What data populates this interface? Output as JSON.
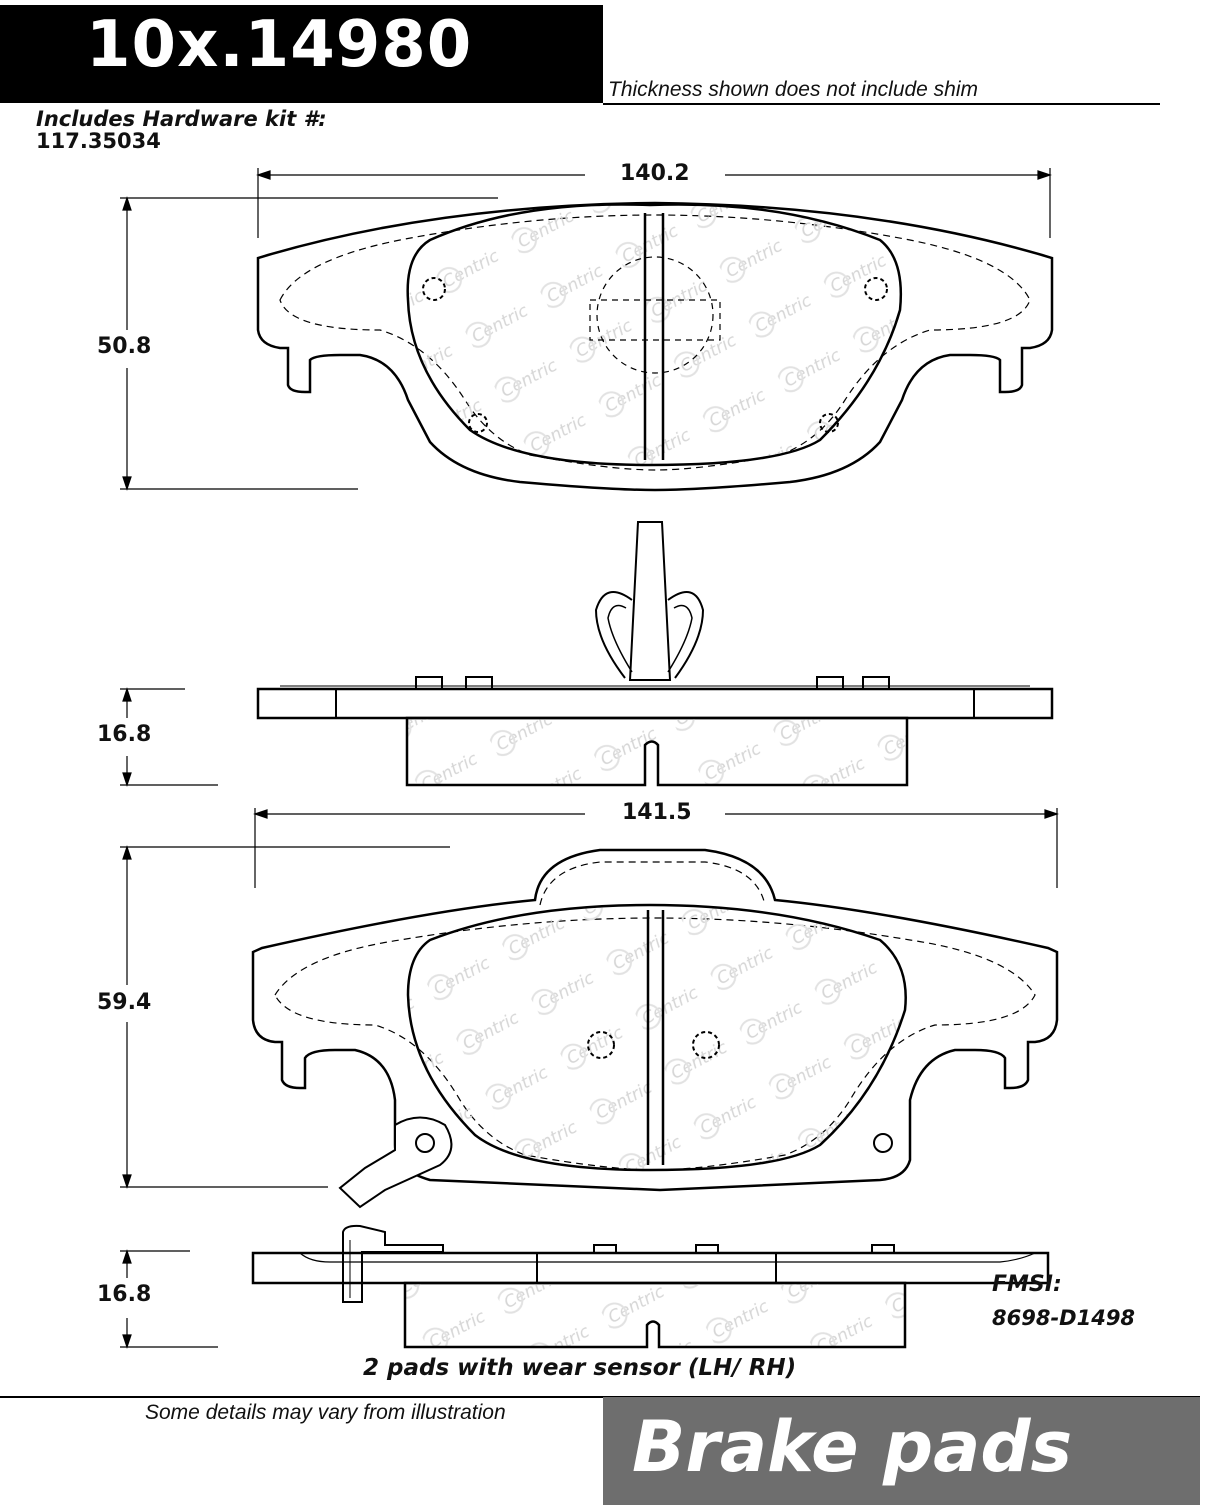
{
  "header": {
    "part_number": "10x.14980",
    "thickness_note": "Thickness shown does not include shim",
    "hardware_kit_label": "Includes Hardware kit #:",
    "hardware_kit_number": "117.35034"
  },
  "dimensions": {
    "top_pad_width": "140.2",
    "top_pad_height": "50.8",
    "top_pad_thickness": "16.8",
    "bottom_pad_width": "141.5",
    "bottom_pad_height": "59.4",
    "bottom_pad_thickness": "16.8"
  },
  "fmsi": {
    "label": "FMSI:",
    "number": "8698-D1498"
  },
  "sensor_note": "2 pads with wear sensor (LH/ RH)",
  "footer": {
    "disclaimer": "Some details may vary from illustration",
    "category": "Brake pads"
  },
  "watermark": {
    "text": "Centric"
  }
}
